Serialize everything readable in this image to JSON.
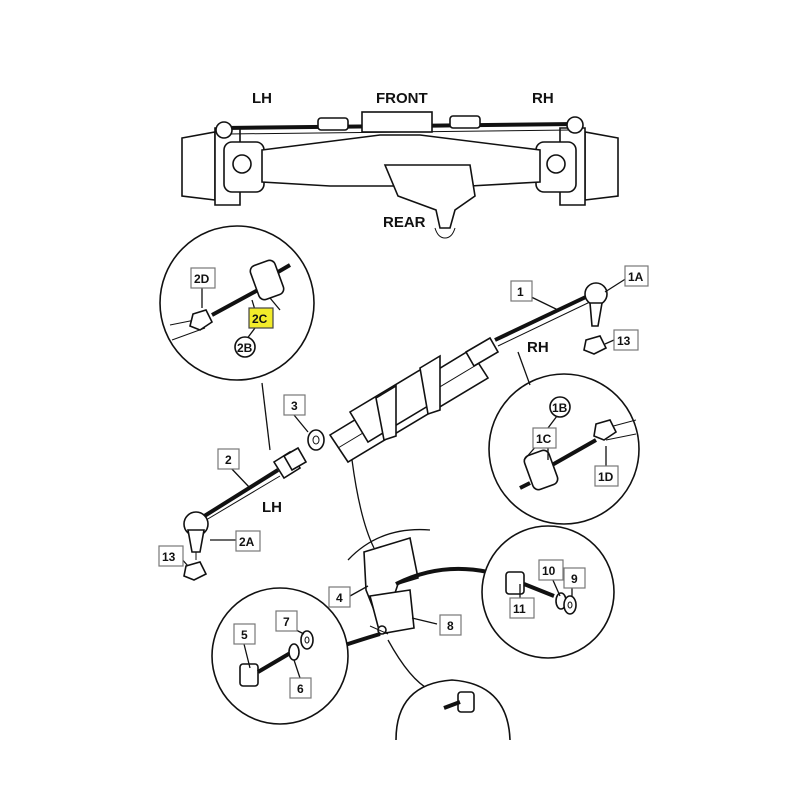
{
  "axle": {
    "lh": "LH",
    "front": "FRONT",
    "rh": "RH",
    "rear": "REAR"
  },
  "main": {
    "lh": "LH",
    "rh": "RH"
  },
  "callouts": {
    "p1": "1",
    "p1a": "1A",
    "p1b": "1B",
    "p1c": "1C",
    "p1d": "1D",
    "p2": "2",
    "p2a": "2A",
    "p2b": "2B",
    "p2c": "2C",
    "p2d": "2D",
    "p3": "3",
    "p4": "4",
    "p5": "5",
    "p6": "6",
    "p7": "7",
    "p8": "8",
    "p9": "9",
    "p10": "10",
    "p11": "11",
    "p13_right": "13",
    "p13_left": "13"
  },
  "colors": {
    "highlight": "#f2ec2a",
    "ink": "#111111"
  }
}
